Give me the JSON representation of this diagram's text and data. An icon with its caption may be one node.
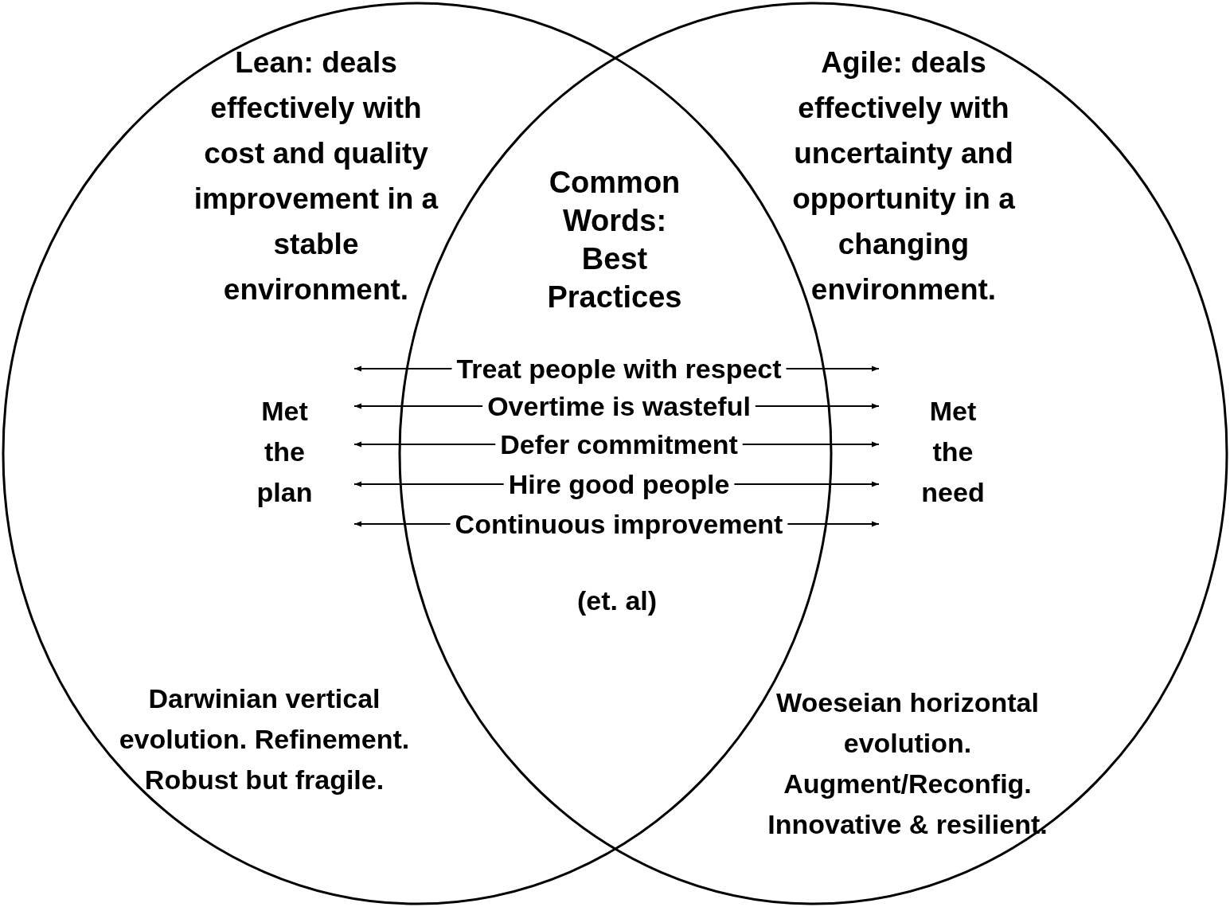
{
  "diagram": {
    "nodes": [
      {
        "text": [
          "Lean: deals effectively with cost and quality improvement in a stable environment.",
          "Darwinian vertical evolution. Refinement. Robust but fragile."
        ]
      },
      {
        "text": [
          "Agile: deals effectively with uncertainty and opportunity in a changing environment.",
          "Woeseian horizontal evolution. Augment/Reconfig. Innovative & resilient."
        ]
      },
      {
        "text": [
          "Met the plan"
        ],
        "in": 0
      },
      {
        "text": [
          "Treat people with respect"
        ]
      },
      {
        "text": [
          "Overtime is wasteful"
        ]
      },
      {
        "text": [
          "Defer commitment"
        ]
      },
      {
        "text": [
          "Hire good people"
        ]
      },
      {
        "text": [
          "Continuous improvement"
        ]
      },
      {
        "text": [
          "Met the need"
        ],
        "in": 1
      }
    ],
    "edges": [
      {
        "from": 3,
        "to": 2,
        "arrow": "to"
      },
      {
        "from": 3,
        "to": 8,
        "arrow": "to"
      },
      {
        "from": 4,
        "to": 2,
        "arrow": "to"
      },
      {
        "from": 4,
        "to": 8,
        "arrow": "to"
      },
      {
        "from": 5,
        "to": 2,
        "arrow": "to"
      },
      {
        "from": 5,
        "to": 8,
        "arrow": "to"
      },
      {
        "from": 6,
        "to": 2,
        "arrow": "to"
      },
      {
        "from": 6,
        "to": 8,
        "arrow": "to"
      },
      {
        "from": 7,
        "to": 2,
        "arrow": "to"
      },
      {
        "from": 7,
        "to": 8,
        "arrow": "to"
      }
    ],
    "labels": [
      "Common Words: Best Practices",
      "(et. al)"
    ]
  }
}
